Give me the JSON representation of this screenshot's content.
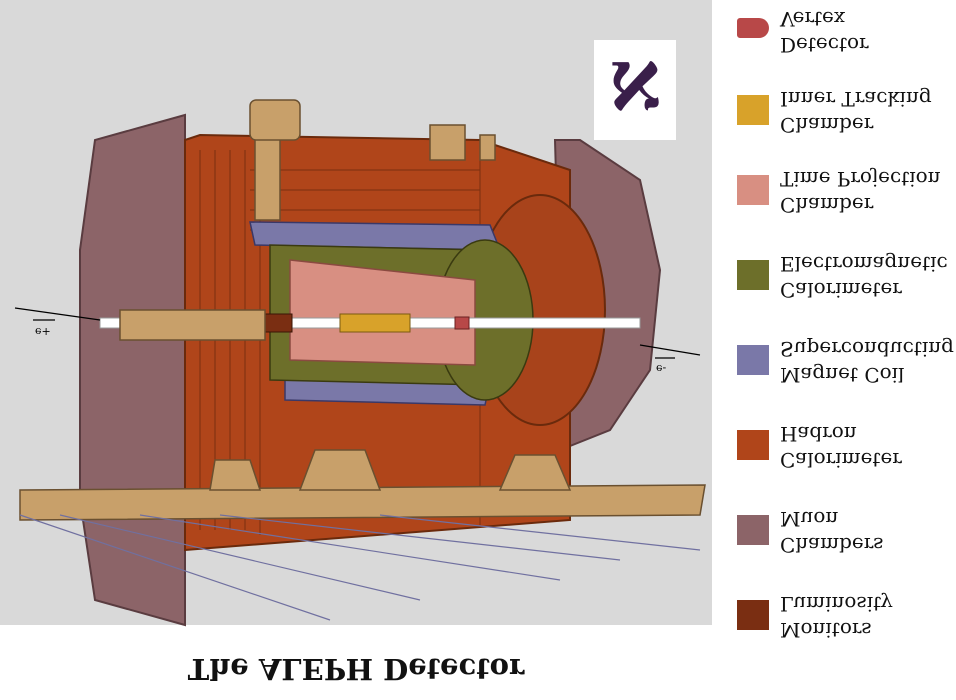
{
  "title": "The ALEPH Detector",
  "legend": [
    {
      "line1": "Luminosity",
      "line2": "Monitors",
      "color": "#7a2e12"
    },
    {
      "line1": "Muon",
      "line2": "Chambers",
      "color": "#8c6468"
    },
    {
      "line1": "Hadron",
      "line2": "Calorimeter",
      "color": "#b0451a"
    },
    {
      "line1": "Superconducting",
      "line2": "Magnet Coil",
      "color": "#7a78a8"
    },
    {
      "line1": "Electromagnetic",
      "line2": "Calorimeter",
      "color": "#6d6f2a"
    },
    {
      "line1": "Time Projection",
      "line2": "Chamber",
      "color": "#d88f82"
    },
    {
      "line1": "Inner Tracking",
      "line2": "Chamber",
      "color": "#d8a22a"
    },
    {
      "line1": "Vertex",
      "line2": "Detector",
      "color": "#b84848"
    }
  ],
  "beam_labels": {
    "left": "e+",
    "right": "e-"
  },
  "logo_glyph": "א"
}
